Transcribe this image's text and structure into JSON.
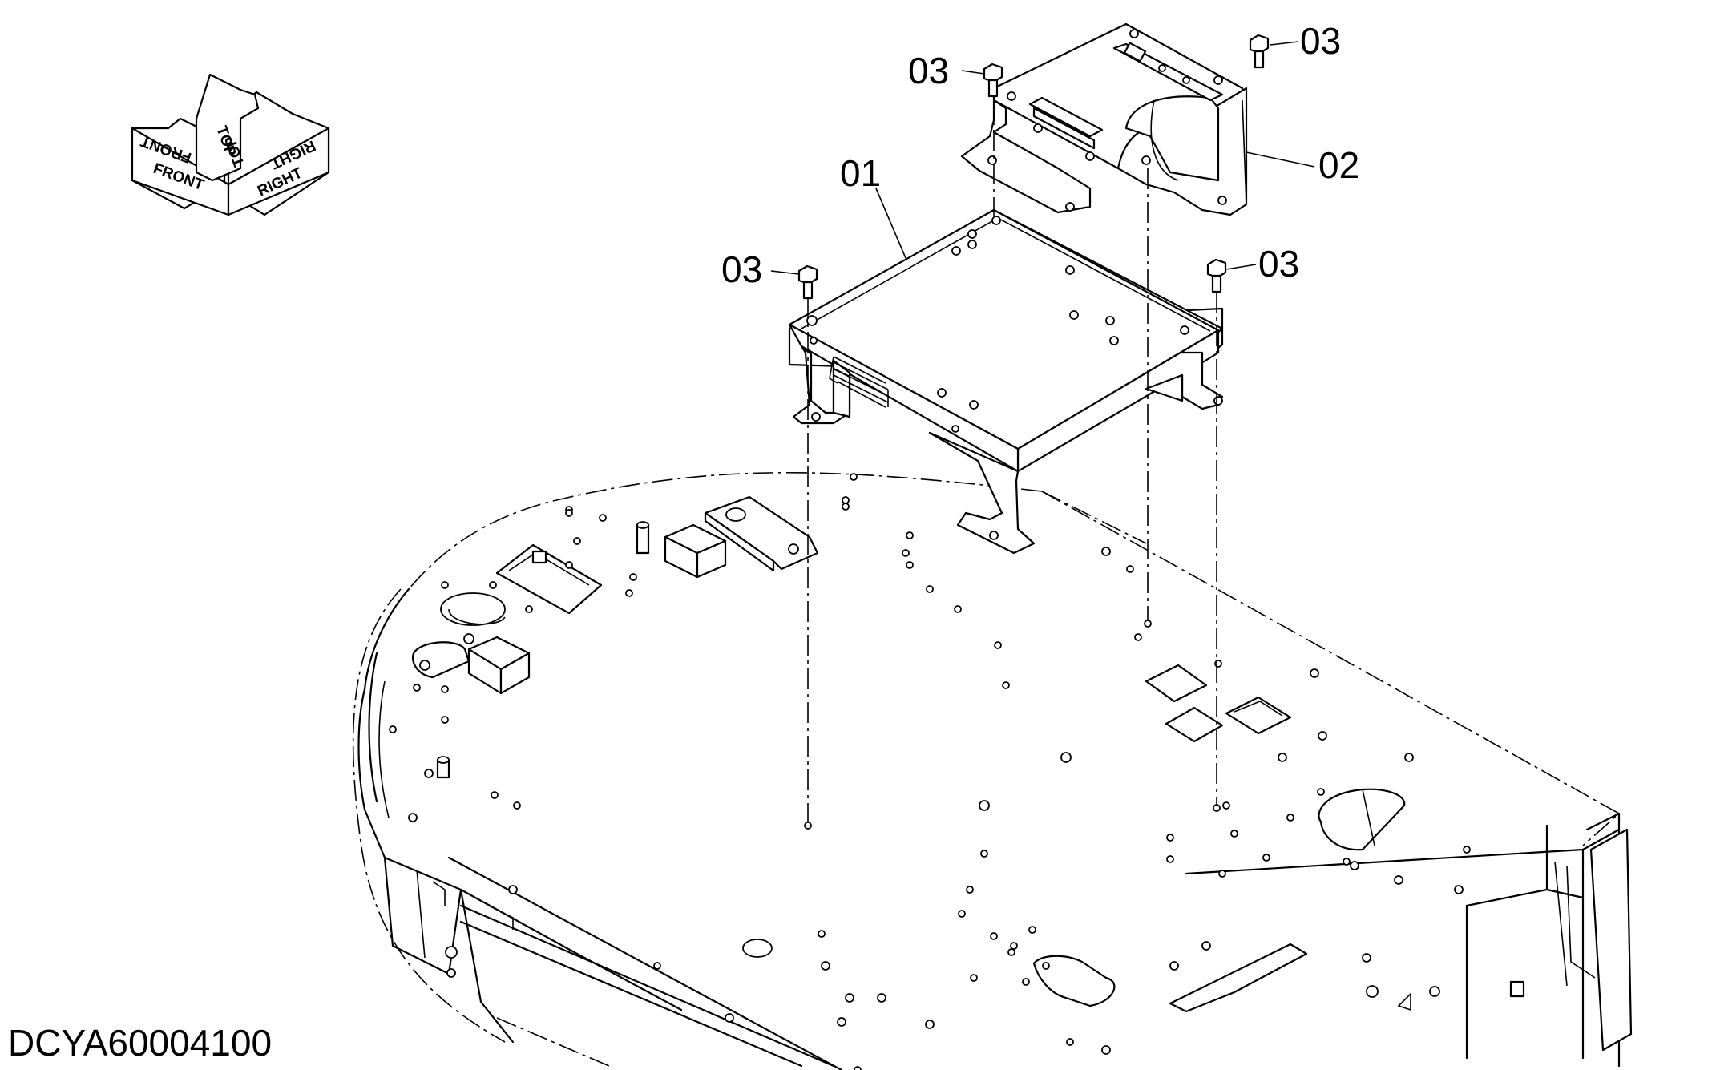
{
  "diagram": {
    "callouts": {
      "part_01": "01",
      "part_02": "02",
      "bolt_top_left": "03",
      "bolt_top_right": "03",
      "bolt_left": "03",
      "bolt_right": "03"
    },
    "orientation_symbol": {
      "front": "FRONT",
      "top": "TOP",
      "right": "RIGHT"
    },
    "document_id": "DCYA60004100"
  }
}
